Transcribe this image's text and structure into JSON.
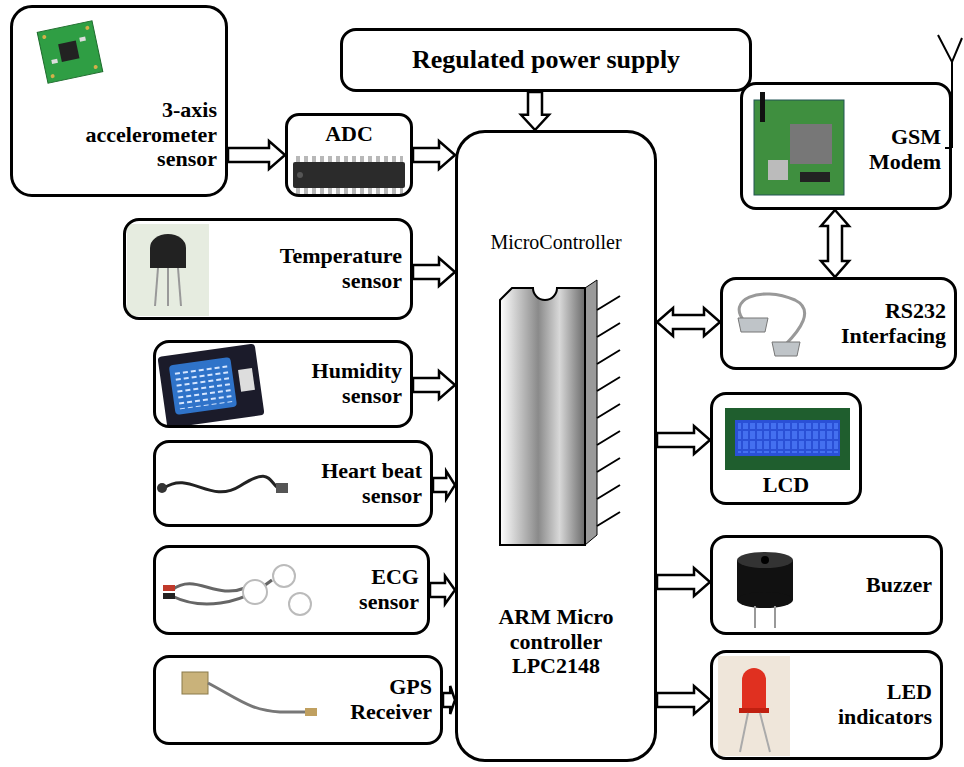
{
  "diagram": {
    "nodes": [
      {
        "text": [
          "3-axis accelerometer sensor"
        ]
      },
      {
        "text": [
          "ADC"
        ]
      },
      {
        "text": [
          "Regulated power supply"
        ]
      },
      {
        "text": [
          "GSM Modem"
        ]
      },
      {
        "text": [
          "MicroController",
          "ARM Micro controller LPC2148"
        ]
      },
      {
        "text": [
          "RS232 Interfacing"
        ]
      },
      {
        "text": [
          "Temperature sensor"
        ]
      },
      {
        "text": [
          "Humidity sensor"
        ]
      },
      {
        "text": [
          "LCD"
        ]
      },
      {
        "text": [
          "Heart beat sensor"
        ]
      },
      {
        "text": [
          "Buzzer"
        ]
      },
      {
        "text": [
          "ECG sensor"
        ]
      },
      {
        "text": [
          "LED indicators"
        ]
      },
      {
        "text": [
          "GPS Receiver"
        ]
      }
    ],
    "edges": [
      {
        "from": 0,
        "to": 1,
        "arrow": "to"
      },
      {
        "from": 1,
        "to": 4,
        "arrow": "to"
      },
      {
        "from": 2,
        "to": 4,
        "arrow": "to"
      },
      {
        "from": 3,
        "to": 5,
        "arrow": "both"
      },
      {
        "from": 5,
        "to": 4,
        "arrow": "both"
      },
      {
        "from": 6,
        "to": 4,
        "arrow": "to"
      },
      {
        "from": 7,
        "to": 4,
        "arrow": "to"
      },
      {
        "from": 9,
        "to": 4,
        "arrow": "to"
      },
      {
        "from": 11,
        "to": 4,
        "arrow": "to"
      },
      {
        "from": 13,
        "to": 4,
        "arrow": "to"
      },
      {
        "from": 4,
        "to": 8,
        "arrow": "to"
      },
      {
        "from": 4,
        "to": 10,
        "arrow": "to"
      },
      {
        "from": 4,
        "to": 12,
        "arrow": "to"
      }
    ]
  }
}
